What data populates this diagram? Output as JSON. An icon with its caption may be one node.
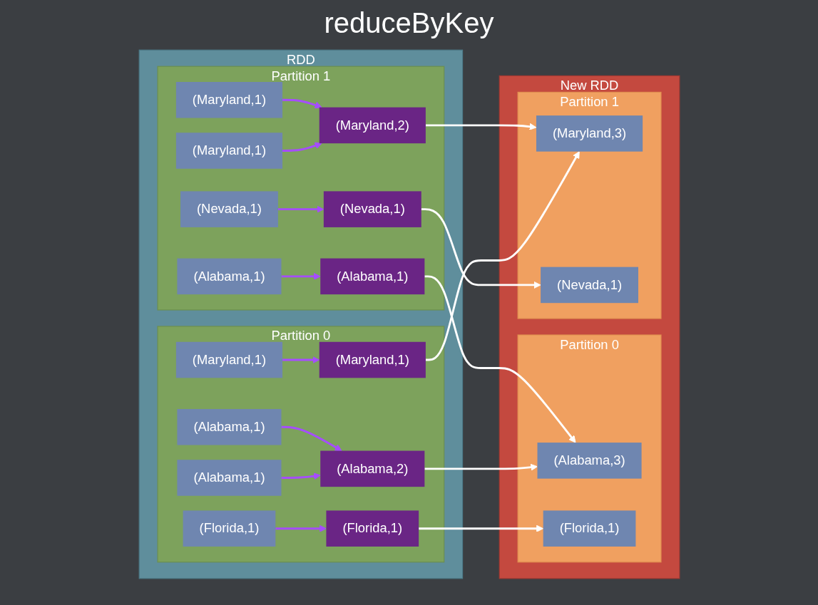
{
  "diagram": {
    "title": "reduceByKey",
    "nodes": [
      {
        "text": [
          "RDD"
        ]
      },
      {
        "text": [
          "Partition 0"
        ],
        "in": 0
      },
      {
        "text": [
          "(Alabama,1)"
        ],
        "in": 1
      },
      {
        "text": [
          "(Maryland,1)"
        ],
        "in": 1
      },
      {
        "text": [
          "(Florida,1)"
        ],
        "in": 1
      },
      {
        "text": [
          "(Alabama,1)"
        ],
        "in": 1
      },
      {
        "text": [
          "(Alabama,2)"
        ],
        "in": 1
      },
      {
        "text": [
          "(Maryland,1)"
        ],
        "in": 1
      },
      {
        "text": [
          "(Florida,1)"
        ],
        "in": 1
      },
      {
        "text": [
          "Partition 1"
        ],
        "in": 0
      },
      {
        "text": [
          "(Maryland,1)"
        ],
        "in": 9
      },
      {
        "text": [
          "(Alabama,1)"
        ],
        "in": 9
      },
      {
        "text": [
          "(Nevada,1)"
        ],
        "in": 9
      },
      {
        "text": [
          "(Maryland,1)"
        ],
        "in": 9
      },
      {
        "text": [
          "(Alabama,1)"
        ],
        "in": 9
      },
      {
        "text": [
          "(Maryland,2)"
        ],
        "in": 9
      },
      {
        "text": [
          "(Nevada,1)"
        ],
        "in": 9
      },
      {
        "text": [
          "New RDD"
        ]
      },
      {
        "text": [
          "Partition 0"
        ],
        "in": 17
      },
      {
        "text": [
          "(Alabama,3)"
        ],
        "in": 18
      },
      {
        "text": [
          "(Florida,1)"
        ],
        "in": 18
      },
      {
        "text": [
          "Partition 1"
        ],
        "in": 17
      },
      {
        "text": [
          "(Maryland,3)"
        ],
        "in": 21
      },
      {
        "text": [
          "(Nevada,1)"
        ],
        "in": 21
      }
    ],
    "edges": [
      {
        "from": 2,
        "to": 6,
        "arrow": "to"
      },
      {
        "from": 3,
        "to": 7,
        "arrow": "to"
      },
      {
        "from": 4,
        "to": 8,
        "arrow": "to"
      },
      {
        "from": 5,
        "to": 6,
        "arrow": "to"
      },
      {
        "from": 10,
        "to": 15,
        "arrow": "to"
      },
      {
        "from": 11,
        "to": 14,
        "arrow": "to"
      },
      {
        "from": 12,
        "to": 16,
        "arrow": "to"
      },
      {
        "from": 13,
        "to": 15,
        "arrow": "to"
      },
      {
        "from": 6,
        "to": 19,
        "arrow": "to",
        "color": "#ffffff"
      },
      {
        "from": 7,
        "to": 22,
        "arrow": "to",
        "color": "#ffffff"
      },
      {
        "from": 8,
        "to": 20,
        "arrow": "to",
        "color": "#ffffff"
      },
      {
        "from": 14,
        "to": 19,
        "arrow": "to",
        "color": "#ffffff"
      },
      {
        "from": 15,
        "to": 22,
        "arrow": "to",
        "color": "#ffffff"
      },
      {
        "from": 16,
        "to": 23,
        "arrow": "to",
        "color": "#ffffff"
      }
    ]
  }
}
